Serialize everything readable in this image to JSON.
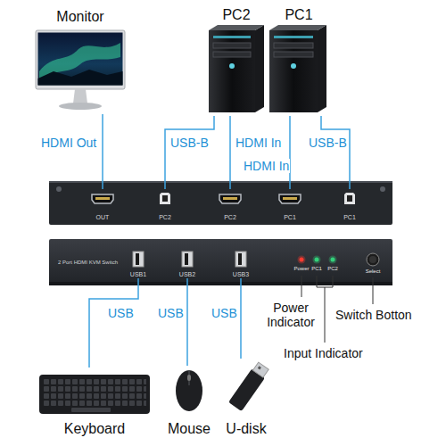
{
  "diagram": {
    "nodes": [
      {
        "text": [
          "Monitor"
        ]
      },
      {
        "text": [
          "PC2"
        ]
      },
      {
        "text": [
          "PC1"
        ]
      },
      {
        "text": [
          "OUT"
        ]
      },
      {
        "text": [
          "PC2"
        ]
      },
      {
        "text": [
          "PC2"
        ]
      },
      {
        "text": [
          "PC1"
        ]
      },
      {
        "text": [
          "PC1"
        ]
      },
      {
        "text": [
          "2 Port HDMI KVM Switch"
        ]
      },
      {
        "text": [
          "USB1"
        ],
        "in": 8
      },
      {
        "text": [
          "USB2"
        ],
        "in": 8
      },
      {
        "text": [
          "USB3"
        ],
        "in": 8
      },
      {
        "text": [
          "Keyboard"
        ]
      },
      {
        "text": [
          "Mouse"
        ]
      },
      {
        "text": [
          "U-disk"
        ]
      }
    ],
    "edges": [
      {
        "from": 0,
        "to": 3,
        "label": "HDMI Out",
        "arrow": "none"
      },
      {
        "from": 1,
        "to": 4,
        "label": "USB-B",
        "arrow": "none"
      },
      {
        "from": 1,
        "to": 5,
        "label": "HDMI In",
        "arrow": "none"
      },
      {
        "from": 2,
        "to": 6,
        "label": "HDMI In",
        "arrow": "none"
      },
      {
        "from": 2,
        "to": 7,
        "label": "USB-B",
        "arrow": "none"
      },
      {
        "from": 9,
        "to": 12,
        "label": "USB",
        "arrow": "none"
      },
      {
        "from": 10,
        "to": 13,
        "label": "USB",
        "arrow": "none"
      },
      {
        "from": 11,
        "to": 14,
        "label": "USB",
        "arrow": "none"
      }
    ],
    "labels": [
      "Power",
      "PC1",
      "PC2",
      "Select",
      "Power Indicator",
      "Switch Botton",
      "Input Indicator"
    ]
  }
}
